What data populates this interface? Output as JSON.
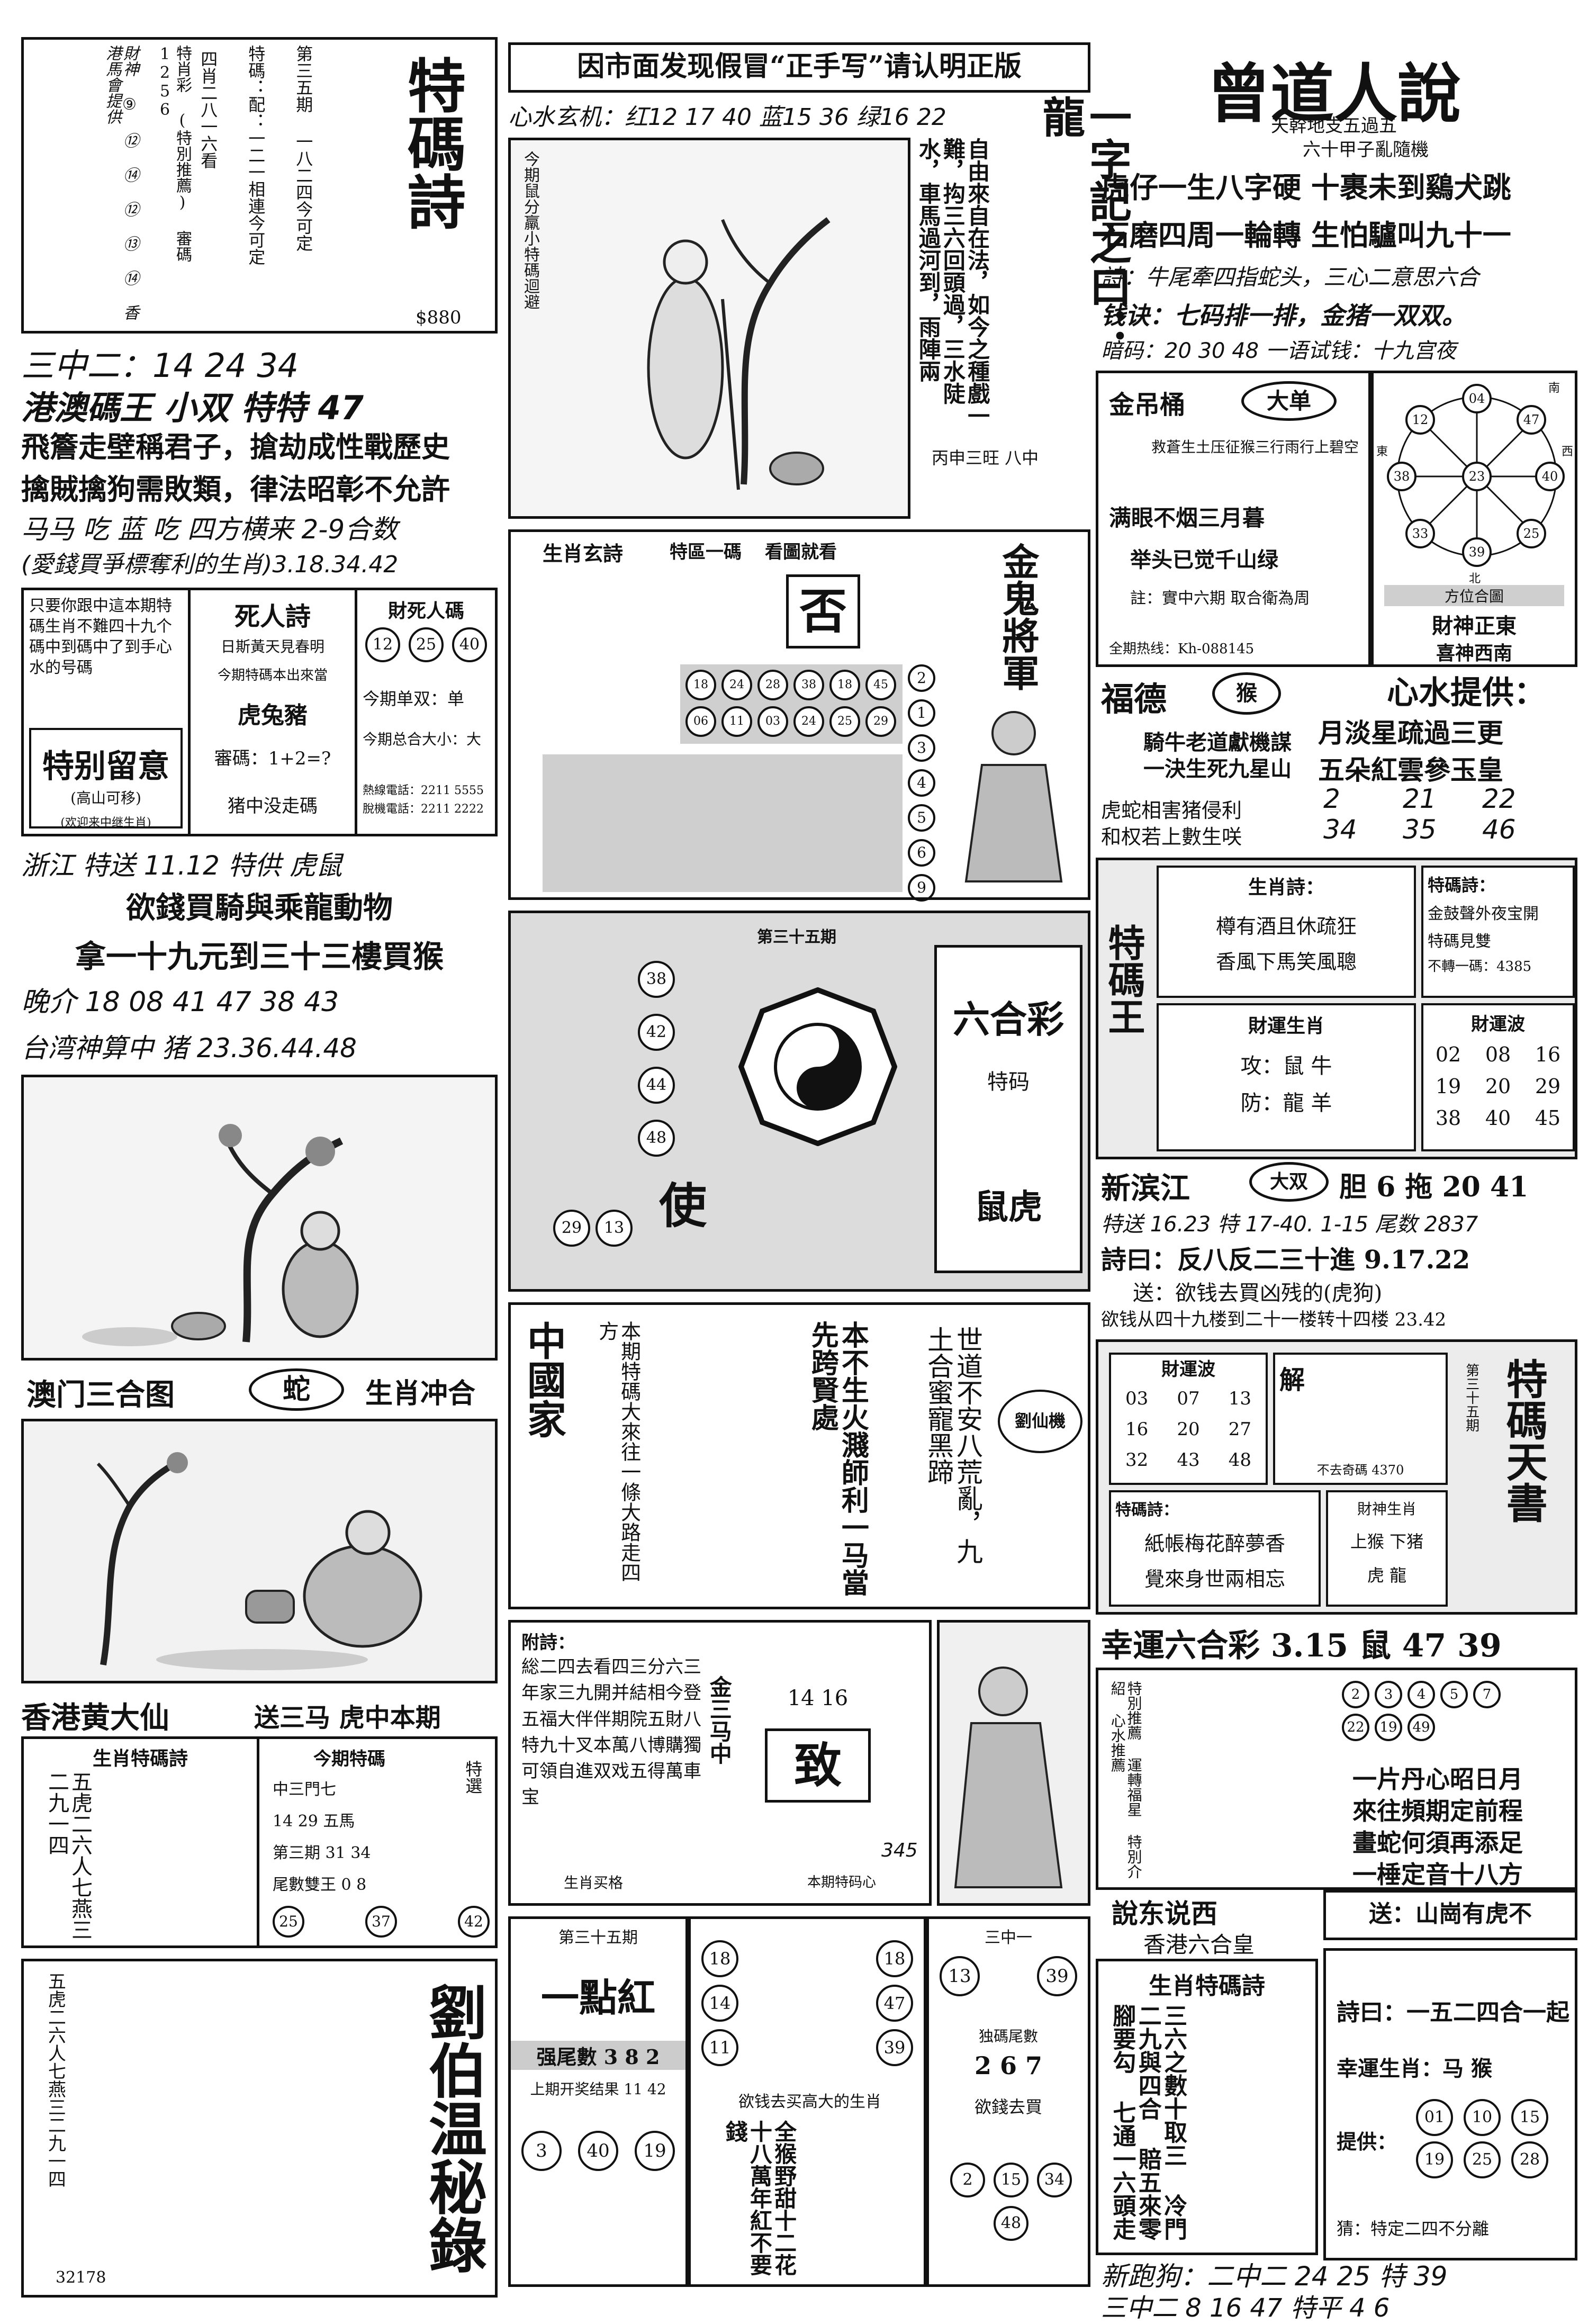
{
  "col1": {
    "tema_box": {
      "col_a": "財神 ⑨ ⑫ ⑭ ⑫ ⑬ ⑭ 香港馬會提供",
      "col_b": "特肖彩 (特別推薦) 審碼 1256",
      "col_c": "四肖二八一六看",
      "col_d": "特碼：配：一二一相連今可定",
      "col_e": "第三五期 一八二四今可定",
      "title": "特碼詩",
      "price": "$880"
    },
    "line_3zhong": "三中二：14 24 34",
    "macau_line": "港澳碼王 小双 特特 47",
    "macau_poem1": "飛簷走壁稱君子，搶劫成性戰歷史",
    "macau_poem2": "擒賊擒狗需敗類，律法昭彰不允許",
    "macau_poem3": "马马 吃 蓝 吃 四方横来 2-9合数",
    "macau_poem4": "(愛錢買爭標奪利的生肖)3.18.34.42",
    "tesbox": {
      "left_text": "只要你跟中這本期特碼生肖不難四十九个碼中到碼中了到手心水的号碼",
      "left_title": "特别留意",
      "left_sub": "(高山可移)",
      "left_note": "(欢迎来中继生肖)",
      "mid_title": "死人詩",
      "mid_l1": "日斯黃天見春明",
      "mid_l2": "今期特碼本出來當",
      "mid_l3": "虎兔豬",
      "mid_l4": "審碼：1+2=?",
      "mid_l5": "猪中没走碼",
      "right_title": "財死人碼",
      "right_nums": [
        "12",
        "25",
        "40"
      ],
      "right_l1": "今期单双：单",
      "right_l2": "今期总合大小：大",
      "right_phone1": "熱線電話：2211 5555",
      "right_phone2": "脫機電話：2211 2222"
    },
    "zhejiang": "浙江 特送 11.12 特供 虎鼠",
    "buy_line": "欲錢買騎與乘龍動物",
    "buy_line2": "拿一十九元到三十三樓買猴",
    "vanity_line": "晚介 18 08 41 47 38 43",
    "taiwan_line": "台湾神算中 猪 23.36.44.48",
    "macau_3he": "澳门三合图",
    "macau_3he_animal": "蛇",
    "macau_3he_tail": "生肖冲合",
    "hk_immortal": "香港黄大仙",
    "hk_immortal_tail": "送三马 虎中本期",
    "hk_poem_title": "生肖特碼詩",
    "hk_poem_grid": "五虎二六人七燕三二九一四",
    "hk_right_title": "今期特碼",
    "hk_right_l1": "中三門七",
    "hk_right_l2": "14 29 五馬",
    "hk_right_l3": "第三期 31 34",
    "hk_right_l4": "尾數雙王 0 8",
    "hk_right_nums": [
      "25",
      "37",
      "42"
    ],
    "hk_side": "特選",
    "liu_bowen": "劉伯温秘錄",
    "bottom_num": "32178"
  },
  "col2": {
    "header_box": "因市面发现假冒“正手写”请认明正版",
    "xinshui": "心水玄机：红12 17 40 蓝15 36 绿16 22",
    "poem_right": "自由來自在法，如今之種戲一難，抅三六回頭過，三水陡水，車馬過河到，雨陣兩",
    "zi": "一字記之曰：龍",
    "img1_caption": "今期鼠分羸小特碼迴避",
    "img1_sign": "丙申三旺 八中",
    "luck_title": "生肖玄詩",
    "luck_sub": "特區一碼",
    "luck_lotto": "看圖就看",
    "luck_center": "否",
    "luck_nums": [
      "18",
      "24",
      "28",
      "38",
      "18",
      "45",
      "06",
      "11",
      "03",
      "24",
      "25",
      "29"
    ],
    "god": "金鬼將軍",
    "god_nums": [
      "2",
      "1",
      "3",
      "4",
      "5",
      "6",
      "9"
    ],
    "bagua_title": "第三十五期",
    "bagua_nums": [
      "38",
      "42",
      "44",
      "48",
      "29",
      "13"
    ],
    "liuhe": "六合彩",
    "liuhe_sub": "特码",
    "bagua_right": "鼠虎",
    "shi_label": "使",
    "zhongguo": "中國家",
    "zhongguo_poem": "本期特碼大來往一條大路走四方",
    "liu_xianji": "劉仙機",
    "liu_xianji_text": "世道不安八荒亂，九土合蜜寵黑蹄",
    "fucai": "本不生火濺師利一马當先跨賢處",
    "attach_title": "附詩：",
    "attach_text": "総二四去看四三分六三年家三九開并結相今登五福大伴伴期院五財八特九十叉本萬八博購獨可領自進双戏五得萬車宝",
    "zhong_label": "金三马中",
    "zhi": "致",
    "zhi_nums": "14 16",
    "zhi_sub": "本期特码心",
    "bottom_tail": "生肖买格",
    "bottom_num": "345",
    "p35_title": "第三十五期",
    "p35_big": "一點紅",
    "p35_wei": "强尾數 3 8 2",
    "p35_line": "上期开奖结果 11 42",
    "p35_nums": [
      "3",
      "40",
      "19"
    ],
    "centre_nums": [
      "18",
      "14",
      "11",
      "18",
      "47",
      "39"
    ],
    "centre_caption": "欲钱去买高大的生肖",
    "three_one": "三中一",
    "three_one_nums": [
      "13",
      "39"
    ],
    "tail_num": "2 6 7",
    "tail_label": "独碼尾數",
    "tail_buy": "欲錢去買",
    "fwd_nums": [
      "2",
      "15",
      "34",
      "48"
    ],
    "verse_r": "全猴野甜十二花十八萬年紅不要錢"
  },
  "col3": {
    "title": "曾道人說",
    "sub1": "天幹地支五過五",
    "sub2": "六十甲子亂隨機",
    "poem1": "虎仔一生八字硬 十裹未到鷄犬跳",
    "poem2": "石磨四周一輪轉 生怕驢叫九十一",
    "poem3": "詩：牛尾牽四指蛇头，三心二意思六合",
    "poem4": "钱诀：七码排一排，金猪一双双。",
    "poem5": "暗码：20 30 48 一语试钱：十九宫夜",
    "jinbang_title": "金吊桶",
    "jinbang_tag": "大单",
    "jinbang_l1": "救蒼生土压征猴三行雨行上碧空",
    "jinbang_l2": "满眼不烟三月暮",
    "jinbang_l3": "举头已觉千山绿",
    "jinbang_note": "註：實中六期 取合衛為周",
    "jinbang_phone": "全期热线：Kh-088145",
    "compass_nums": [
      "12",
      "04",
      "47",
      "38",
      "23",
      "40",
      "33",
      "39",
      "25"
    ],
    "compass_dirs": [
      "南",
      "東",
      "西",
      "北"
    ],
    "compass_caption": "方位合圖",
    "compass_l1": "財神正東",
    "compass_l2": "喜神西南",
    "fude_title": "福德",
    "fude_tag": "猴",
    "xinshui_title": "心水提供：",
    "fude_l1": "騎牛老道獻機謀",
    "fude_l2": "一決生死九星山",
    "fude_l3": "虎蛇相害猪侵利",
    "fude_l4": "和权若上數生咲",
    "xin_l1": "月淡星疏過三更",
    "xin_l2": "五朵紅雲參玉皇",
    "xin_nums": [
      "2",
      "21",
      "22",
      "34",
      "35",
      "46"
    ],
    "tema_wang": "特碼王",
    "shengxiao_shi": "生肖詩：",
    "sx_l1": "樽有酒且休疏狂",
    "sx_l2": "香風下馬笑風聰",
    "tema_shi": "特碼詩：",
    "tm_l1": "金鼓聲外夜宝開",
    "tm_l2": "特碼見雙",
    "tm_l3": "不轉一碼：4385",
    "luck_title": "財運生肖",
    "luck_l1": "攻：鼠 牛",
    "luck_l2": "防：龍 羊",
    "wave_title": "財運波",
    "wave_nums": [
      "02",
      "08",
      "16",
      "19",
      "20",
      "29",
      "38",
      "40",
      "45"
    ],
    "xinhui": "新滨江",
    "xinhui_tag": "大双",
    "xinhui_tail": "胆 6 拖 20 41",
    "xinhui_l2": "特送 16.23 特 17-40. 1-15 尾数 2837",
    "xinhui_l3": "詩曰：反八反二三十進 9.17.22",
    "xinhui_l4": "送：欲钱去買凶残的(虎狗)",
    "xinhui_l5": "欲钱从四十九楼到二十一楼转十四楼 23.42",
    "cai_title": "財運波",
    "cai_nums": [
      "03",
      "07",
      "13",
      "16",
      "20",
      "27",
      "32",
      "43",
      "48"
    ],
    "jie_title": "解",
    "jie_l1": "不去奇碼 4370",
    "tm_poem_title": "特碼詩：",
    "tm_poem_l1": "紙帳梅花醉夢香",
    "tm_poem_l2": "覺來身世兩相忘",
    "jie_r1": "財神生肖",
    "jie_r2": "上猴 下猪",
    "jie_r3": "虎 龍",
    "tianshu": "特碼天書",
    "tianshu_sub": "第三十五期",
    "lucky_line": "幸運六合彩 3.15 鼠 47 39",
    "lucky_cols": "特別推薦 運轉福星 特別介紹 心水推薦",
    "lucky_nums": [
      "2",
      "3",
      "4",
      "5",
      "7",
      "22",
      "19",
      "49"
    ],
    "lucky_l1": "一片丹心昭日月",
    "lucky_l2": "來往頻期定前程",
    "lucky_l3": "畫蛇何須再添足",
    "lucky_l4": "一棰定音十八方",
    "shuo_title": "說东说西",
    "shuo_sub": "香港六合皇",
    "shengxiao_tm": "生肖特碼詩",
    "sxt_cols": "三六之數十取三 冷門二九與四合 賠五來零腳要勾 七通一六頭走",
    "song": "送：山崗有虎不",
    "song_l1": "詩曰：一五二四合一起",
    "song_l2": "幸運生肖：马 猴",
    "song_label": "提供：",
    "song_nums": [
      "01",
      "10",
      "15",
      "19",
      "25",
      "28"
    ],
    "song_l3": "猜：特定二四不分離",
    "pao_l1": "新跑狗：二中二 24 25 特 39",
    "pao_l2": "三中二 8 16 47 特平 4 6"
  }
}
